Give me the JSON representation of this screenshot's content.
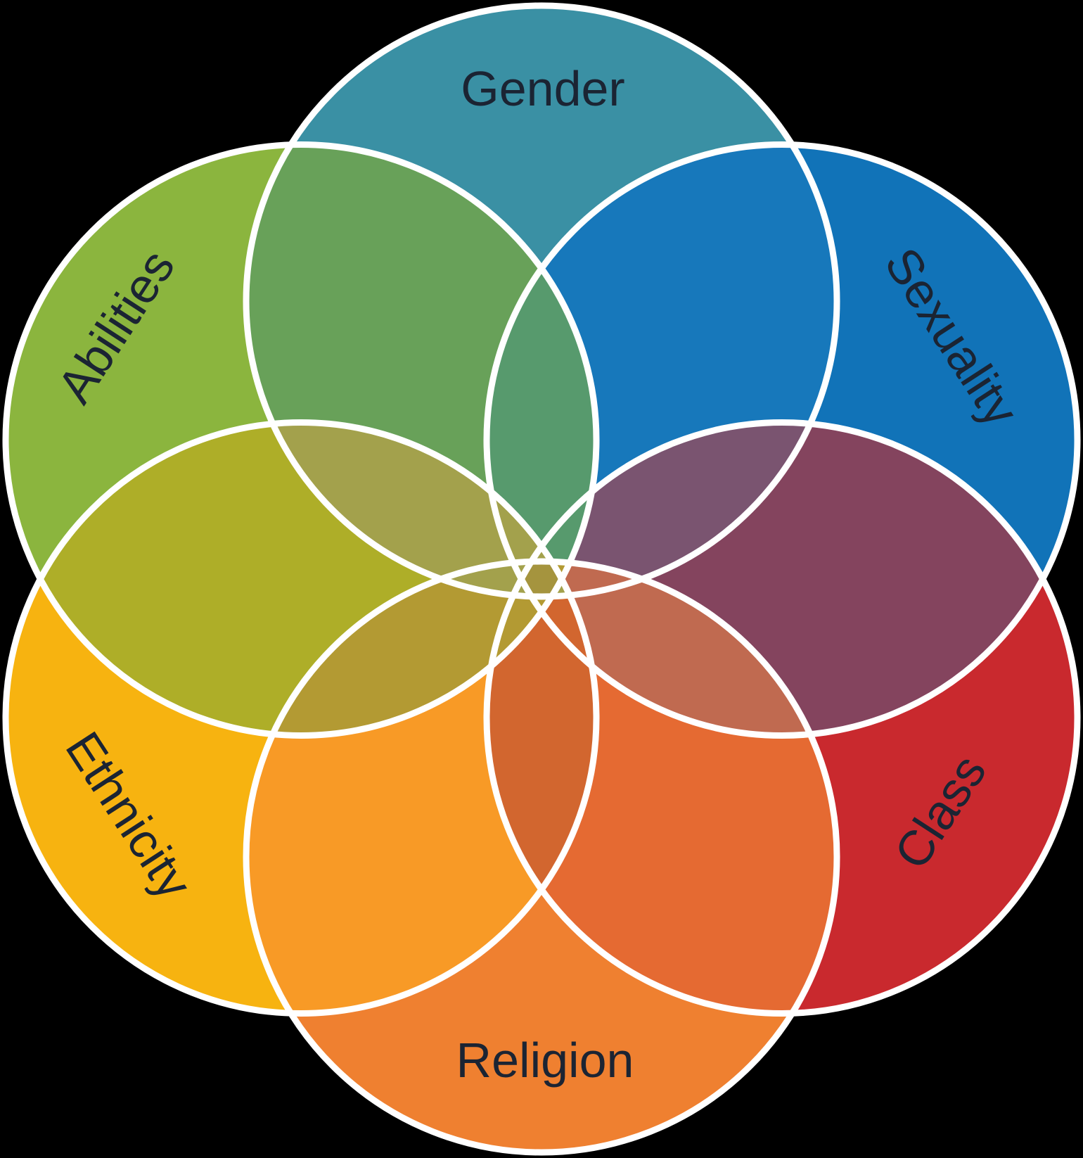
{
  "diagram": {
    "type": "venn-flower-6",
    "background_color": "#000000",
    "outline_color": "#ffffff",
    "label_color": "#1b2433",
    "circles": [
      {
        "label": "Gender",
        "color": "#3a90a4"
      },
      {
        "label": "Sexuality",
        "color": "#1173b8"
      },
      {
        "label": "Class",
        "color": "#c9292e"
      },
      {
        "label": "Religion",
        "color": "#ef8030"
      },
      {
        "label": "Ethnicity",
        "color": "#f7b310"
      },
      {
        "label": "Abilities",
        "color": "#8bb53e"
      }
    ],
    "overlaps": {
      "gender_sexuality": "#1778bb",
      "sexuality_class": "#84445e",
      "class_religion": "#e56a32",
      "religion_ethnicity": "#f89a26",
      "ethnicity_abilities": "#aeae28",
      "abilities_gender": "#68a159",
      "gender_class": "#7a5470",
      "abilities_sexuality": "#579a6d",
      "sexuality_religion": "#c06a50",
      "class_ethnicity": "#d2662f",
      "religion_abilities": "#b39a33",
      "ethnicity_gender": "#a3a14c",
      "center_core": "#a5943e"
    }
  }
}
